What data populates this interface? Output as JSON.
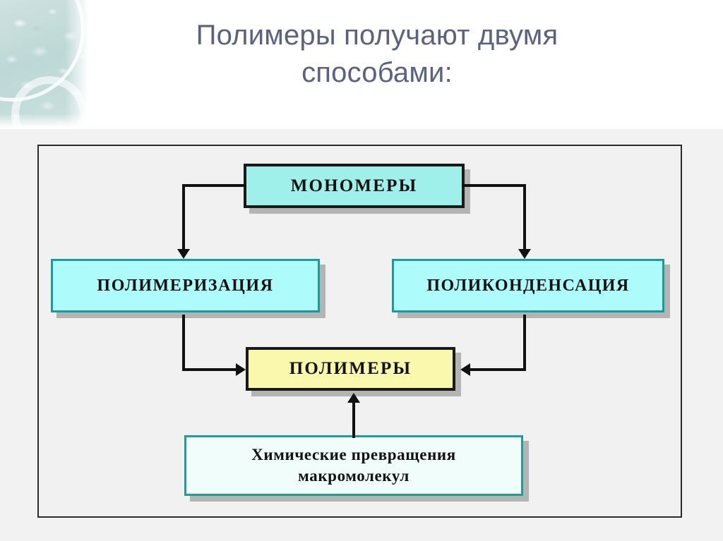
{
  "slide": {
    "title": "Полимеры получают двумя\nспособами:",
    "title_color": "#5b6180",
    "background_color": "#f2f2f2",
    "header_background_color": "#ffffff"
  },
  "decoration": {
    "corner_image_name": "water-droplets-circles-texture",
    "base_color": "#c4dcda",
    "arc_color": "#ffffff"
  },
  "diagram": {
    "frame_border_color": "#2b2b2b",
    "frame_fill_color": "#f1f1f1",
    "nodes": [
      {
        "id": "monomers",
        "label": "МОНОМЕРЫ",
        "fill": "#9ff0ea",
        "border": "#1a1a1a"
      },
      {
        "id": "polymerization",
        "label": "ПОЛИМЕРИЗАЦИЯ",
        "fill": "#aefbfb",
        "border": "#1a9a9a"
      },
      {
        "id": "polycondensation",
        "label": "ПОЛИКОНДЕНСАЦИЯ",
        "fill": "#aefbfb",
        "border": "#1a9a9a"
      },
      {
        "id": "polymers",
        "label": "ПОЛИМЕРЫ",
        "fill": "#f9f8ad",
        "border": "#1a1a1a"
      },
      {
        "id": "chemical_transformations",
        "label": "Химические превращения\nмакромолекул",
        "fill": "#f0fdfb",
        "border": "#1f9e94"
      }
    ],
    "edges": [
      {
        "id": "monomers-to-polymerization",
        "from": "monomers",
        "to": "polymerization",
        "arrow": "down"
      },
      {
        "id": "monomers-to-polycondensation",
        "from": "monomers",
        "to": "polycondensation",
        "arrow": "down"
      },
      {
        "id": "polymerization-to-polymers",
        "from": "polymerization",
        "to": "polymers",
        "arrow": "right"
      },
      {
        "id": "polycondensation-to-polymers",
        "from": "polycondensation",
        "to": "polymers",
        "arrow": "left"
      },
      {
        "id": "chemtrans-to-polymers",
        "from": "chemical_transformations",
        "to": "polymers",
        "arrow": "up"
      }
    ],
    "line_color": "#111111"
  }
}
